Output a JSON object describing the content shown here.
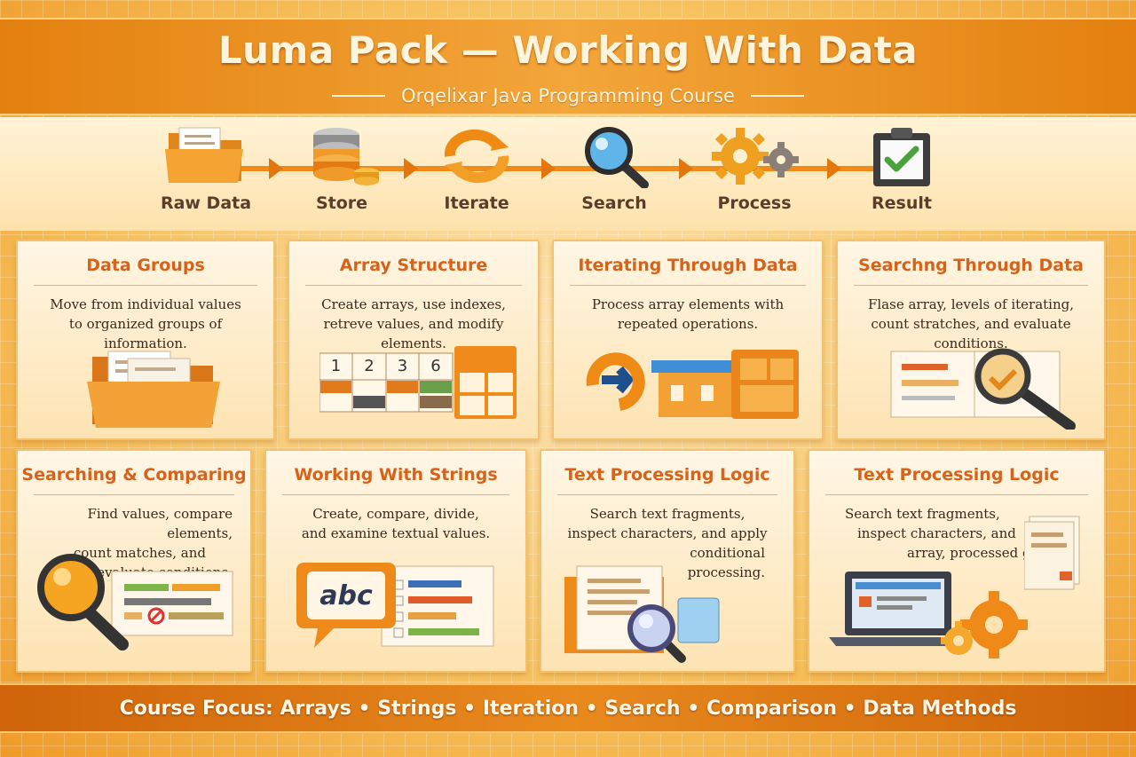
{
  "header": {
    "title": "Luma Pack — Working With Data",
    "subtitle": "Orqelixar Java Programming Course"
  },
  "flow": {
    "steps": [
      {
        "label": "Raw Data",
        "icon": "folder-icon"
      },
      {
        "label": "Store",
        "icon": "database-icon"
      },
      {
        "label": "Iterate",
        "icon": "loop-arrows-icon"
      },
      {
        "label": "Search",
        "icon": "magnifier-icon"
      },
      {
        "label": "Process",
        "icon": "gears-icon"
      },
      {
        "label": "Result",
        "icon": "clipboard-check-icon"
      }
    ]
  },
  "cards": [
    {
      "title": "Data Groups",
      "lines": [
        "Move from individual values",
        "to organized groups of information."
      ],
      "icon": "folder-documents-icon"
    },
    {
      "title": "Array Structure",
      "lines": [
        "Create arrays, use indexes,",
        "retreve values, and modify elements."
      ],
      "icon": "array-grid-icon",
      "cells": [
        "1",
        "2",
        "3",
        "6"
      ]
    },
    {
      "title": "Iterating Through Data",
      "lines": [
        "Process array elements with",
        "repeated operations."
      ],
      "icon": "loop-blocks-icon"
    },
    {
      "title": "Searchng Through Data",
      "lines": [
        "Flase array, levels of iterating,",
        "count stratches, and evaluate conditions."
      ],
      "icon": "book-magnifier-icon"
    },
    {
      "title": "Searching & Comparing",
      "lines": [
        "Find values, compare elements,",
        "count matches, and",
        "evaluate conditions."
      ],
      "icon": "magnifier-list-icon"
    },
    {
      "title": "Working With Strings",
      "lines": [
        "Create, compare, divide,",
        "and examine textual values."
      ],
      "icon": "abc-speech-icon",
      "badge": "abc"
    },
    {
      "title": "Text Processing Logic",
      "lines": [
        "Search text fragments,",
        "inspect characters, and apply",
        "conditional",
        "processing."
      ],
      "icon": "document-magnifier-icon"
    },
    {
      "title": "Text Processing Logic",
      "lines": [
        "Search text fragments,",
        "inspect characters, and",
        "array, processed gesults."
      ],
      "icon": "laptop-gears-icon"
    }
  ],
  "footer": {
    "text": "Course Focus: Arrays • Strings • Iteration • Search • Comparison • Data Methods"
  },
  "colors": {
    "accent": "#e3800f",
    "title_text": "#d8621a",
    "body_text": "#3a2a1e"
  }
}
